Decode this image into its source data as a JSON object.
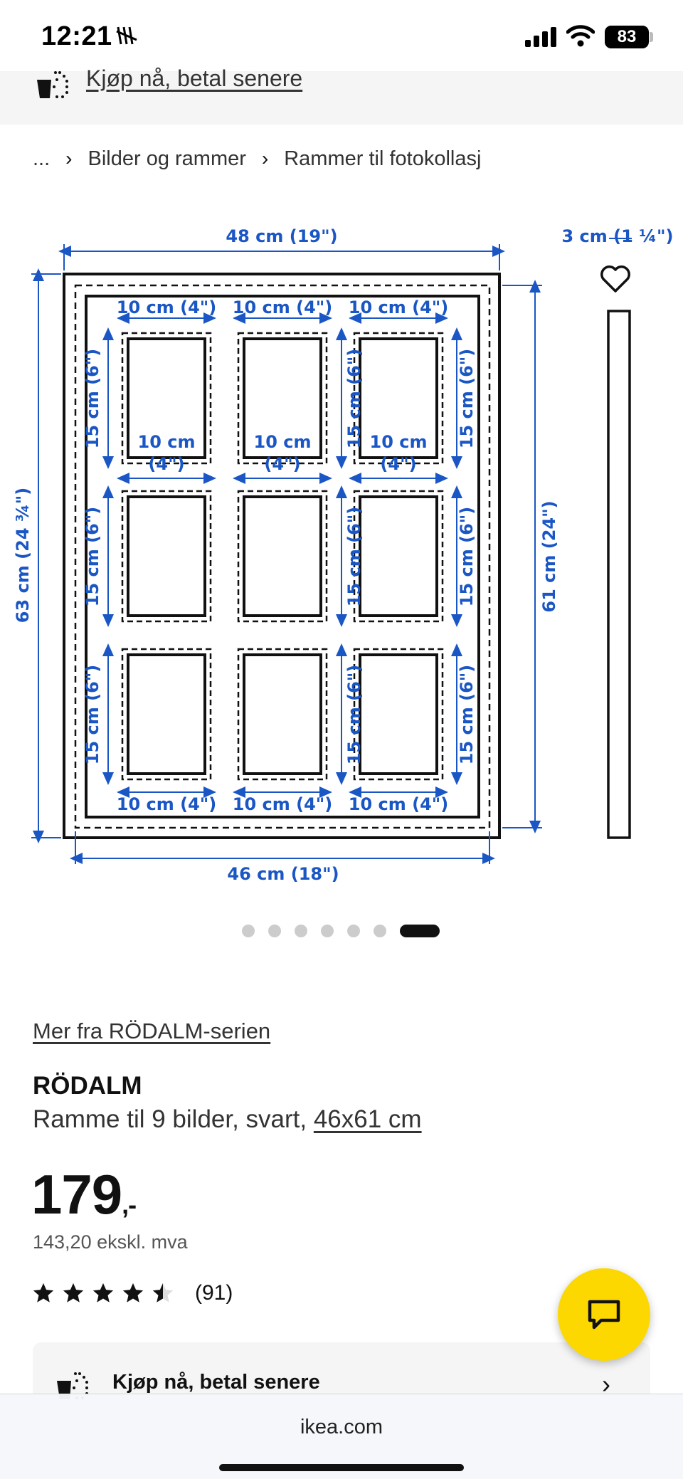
{
  "status_bar": {
    "time": "12:21",
    "mute_label": "ᴬᴮᴮ",
    "battery": "83"
  },
  "top_banner": {
    "text": "Kjøp nå, betal senere",
    "icon": "bnpl-bag-icon"
  },
  "breadcrumb": {
    "items": [
      "...",
      "Bilder og rammer",
      "Rammer til fotokollasj"
    ]
  },
  "diagram": {
    "outer_width": "48 cm (19\")",
    "depth": "3 cm (1 ¼\")",
    "outer_height": "63 cm (24 ¾\")",
    "inner_height": "61 cm (24\")",
    "inner_width": "46 cm (18\")",
    "cell_width": "10 cm (4\")",
    "cell_width_top": "10 cm",
    "cell_width_bottom": "(4\")",
    "cell_height": "15 cm (6\")"
  },
  "carousel": {
    "count": 7,
    "active": 6
  },
  "product": {
    "series_link": "Mer fra RÖDALM-serien",
    "name": "RÖDALM",
    "description": "Ramme til 9 bilder, svart, ",
    "size_link": "46x61 cm",
    "price": "179",
    "price_suffix": ",-",
    "price_ex_vat": "143,20 ekskl. mva",
    "rating": 4.5,
    "rating_count": "(91)"
  },
  "bnpl_card": {
    "text": "Kjøp nå, betal senere",
    "chevron": "›"
  },
  "browser": {
    "url": "ikea.com"
  },
  "colors": {
    "accent": "#fcd800",
    "dimension_blue": "#1a56c4"
  }
}
